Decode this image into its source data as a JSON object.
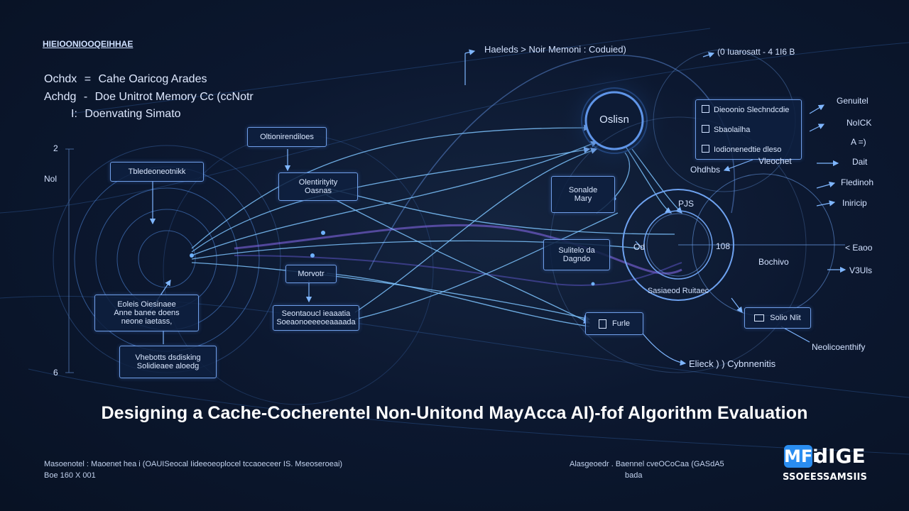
{
  "header": {
    "heading": "HIEIOONIOOQEIHHAE",
    "legend": [
      {
        "key": "Ochdx",
        "sep": "=",
        "text": "Cahe Oaricog Arades"
      },
      {
        "key": "Achdg",
        "sep": "-",
        "text": "Doe Unitrot Memory Cc (ccNotr"
      },
      {
        "key": "I:",
        "sep": "",
        "text": "Doenvating Simato"
      }
    ]
  },
  "axis": {
    "top": "2",
    "mid": "Nol",
    "bottom": "6"
  },
  "boxes": {
    "tl": "Tbledeoneotnikk",
    "top_mid": "Oltionirendiloes",
    "coherency": [
      "Olentirityity",
      "Oasnas"
    ],
    "center": [
      "Sonalde",
      "Mary"
    ],
    "bl1": [
      "Eoleis Oiesinaee",
      "Anne banee doens",
      "neone iaetass,"
    ],
    "bl2": [
      "Vhebotts dsdisking",
      "Solidieaee aloedg"
    ],
    "mid_small": "Morvotr",
    "bottom_mid": [
      "Seontaoucl ieaaatia",
      "Soeaonoeeeoeaaaada"
    ],
    "right_mid": [
      "Sulitelo da",
      "Dagndo"
    ],
    "bottom_right": "Furle",
    "checklist": [
      "Dieoonio Slechndcdie",
      "Sbaolailha",
      "Iodionenedtie dleso"
    ],
    "far_right_box": "Solio Nlit"
  },
  "hub": {
    "top_label": "Oslisn",
    "ring_text": "Sasiaeod Ruitaec"
  },
  "labels": {
    "top_note": "Haeleds  >  Noir Memoni : Coduied)",
    "top_right": "(0 Iuarosatt  -  4 1I6 B",
    "sm_near_hub": "PJS",
    "sm_108": "108",
    "sm_od": "Od",
    "sm_chk": "Ohdhbs",
    "sm_vleocnet": "Vleochet",
    "sm_bochivo": "Bochivo",
    "bottom_ann": "Elieck  )  )  Cybnnenitis",
    "bottom_ann2": "Neolicoenthify"
  },
  "side_labels": [
    "Genuitel",
    "NoICK",
    "A  =)",
    "Dait",
    "Fledinoh",
    "Iniricip",
    "< Eaoo",
    "V3Uls"
  ],
  "title": "Designing a Cache-Cocherentel Non-Unitond MayAcca AI)-fof Algorithm Evaluation",
  "footer": {
    "left_1": "Masoenotel : Maoenet hea i (OAUISeocal Iideeoeoplocel tccaoeceer IS. Mseoseroeai)",
    "left_2": "Boe 160 X 001",
    "right_1": "Alasgeoedr . Baennel cveOCoCaa (GASdA5",
    "right_2": "bada"
  },
  "logo": {
    "mark": "MFi",
    "word": "dIGE",
    "sub": "SSOEESSAMSIIS"
  }
}
